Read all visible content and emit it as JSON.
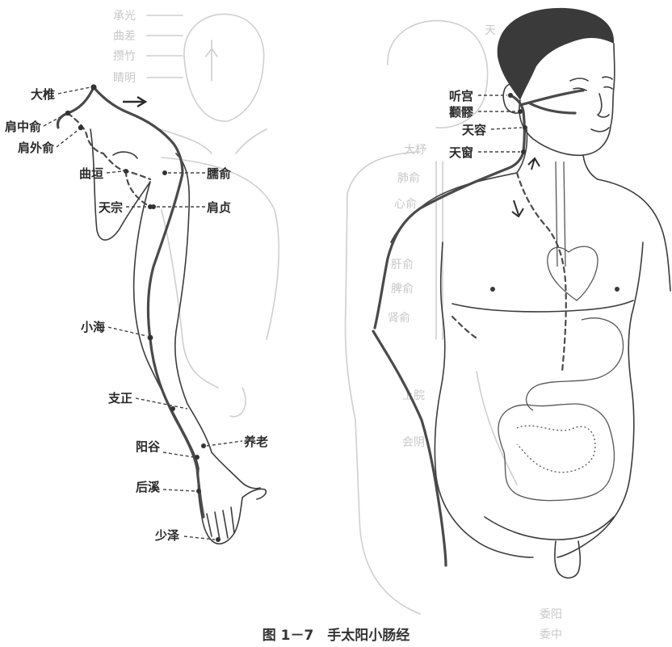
{
  "figure": {
    "caption": "图 1－7　手太阳小肠经",
    "arm_points": [
      {
        "id": "dazhui",
        "label": "大椎"
      },
      {
        "id": "jianzhongshu",
        "label": "肩中俞"
      },
      {
        "id": "jianwaishu",
        "label": "肩外俞"
      },
      {
        "id": "quyuan",
        "label": "曲垣"
      },
      {
        "id": "tianzong",
        "label": "天宗"
      },
      {
        "id": "naoshu",
        "label": "臑俞"
      },
      {
        "id": "jianzhen",
        "label": "肩贞"
      },
      {
        "id": "xiaohai",
        "label": "小海"
      },
      {
        "id": "zhizheng",
        "label": "支正"
      },
      {
        "id": "yanglao",
        "label": "养老"
      },
      {
        "id": "yanggu",
        "label": "阳谷"
      },
      {
        "id": "houxi",
        "label": "后溪"
      },
      {
        "id": "shaoze",
        "label": "少泽"
      }
    ],
    "head_points": [
      {
        "id": "tinggong",
        "label": "听宫"
      },
      {
        "id": "quanliao",
        "label": "颧髎"
      },
      {
        "id": "tianrong",
        "label": "天容"
      },
      {
        "id": "tianchuang",
        "label": "天窗"
      }
    ],
    "faded_labels": [
      "承光",
      "曲差",
      "攒竹",
      "睛明",
      "天",
      "大杼",
      "肺俞",
      "心俞",
      "肝俞",
      "脾俞",
      "肾俞",
      "上脘",
      "会阴",
      "委阳",
      "委中"
    ]
  }
}
